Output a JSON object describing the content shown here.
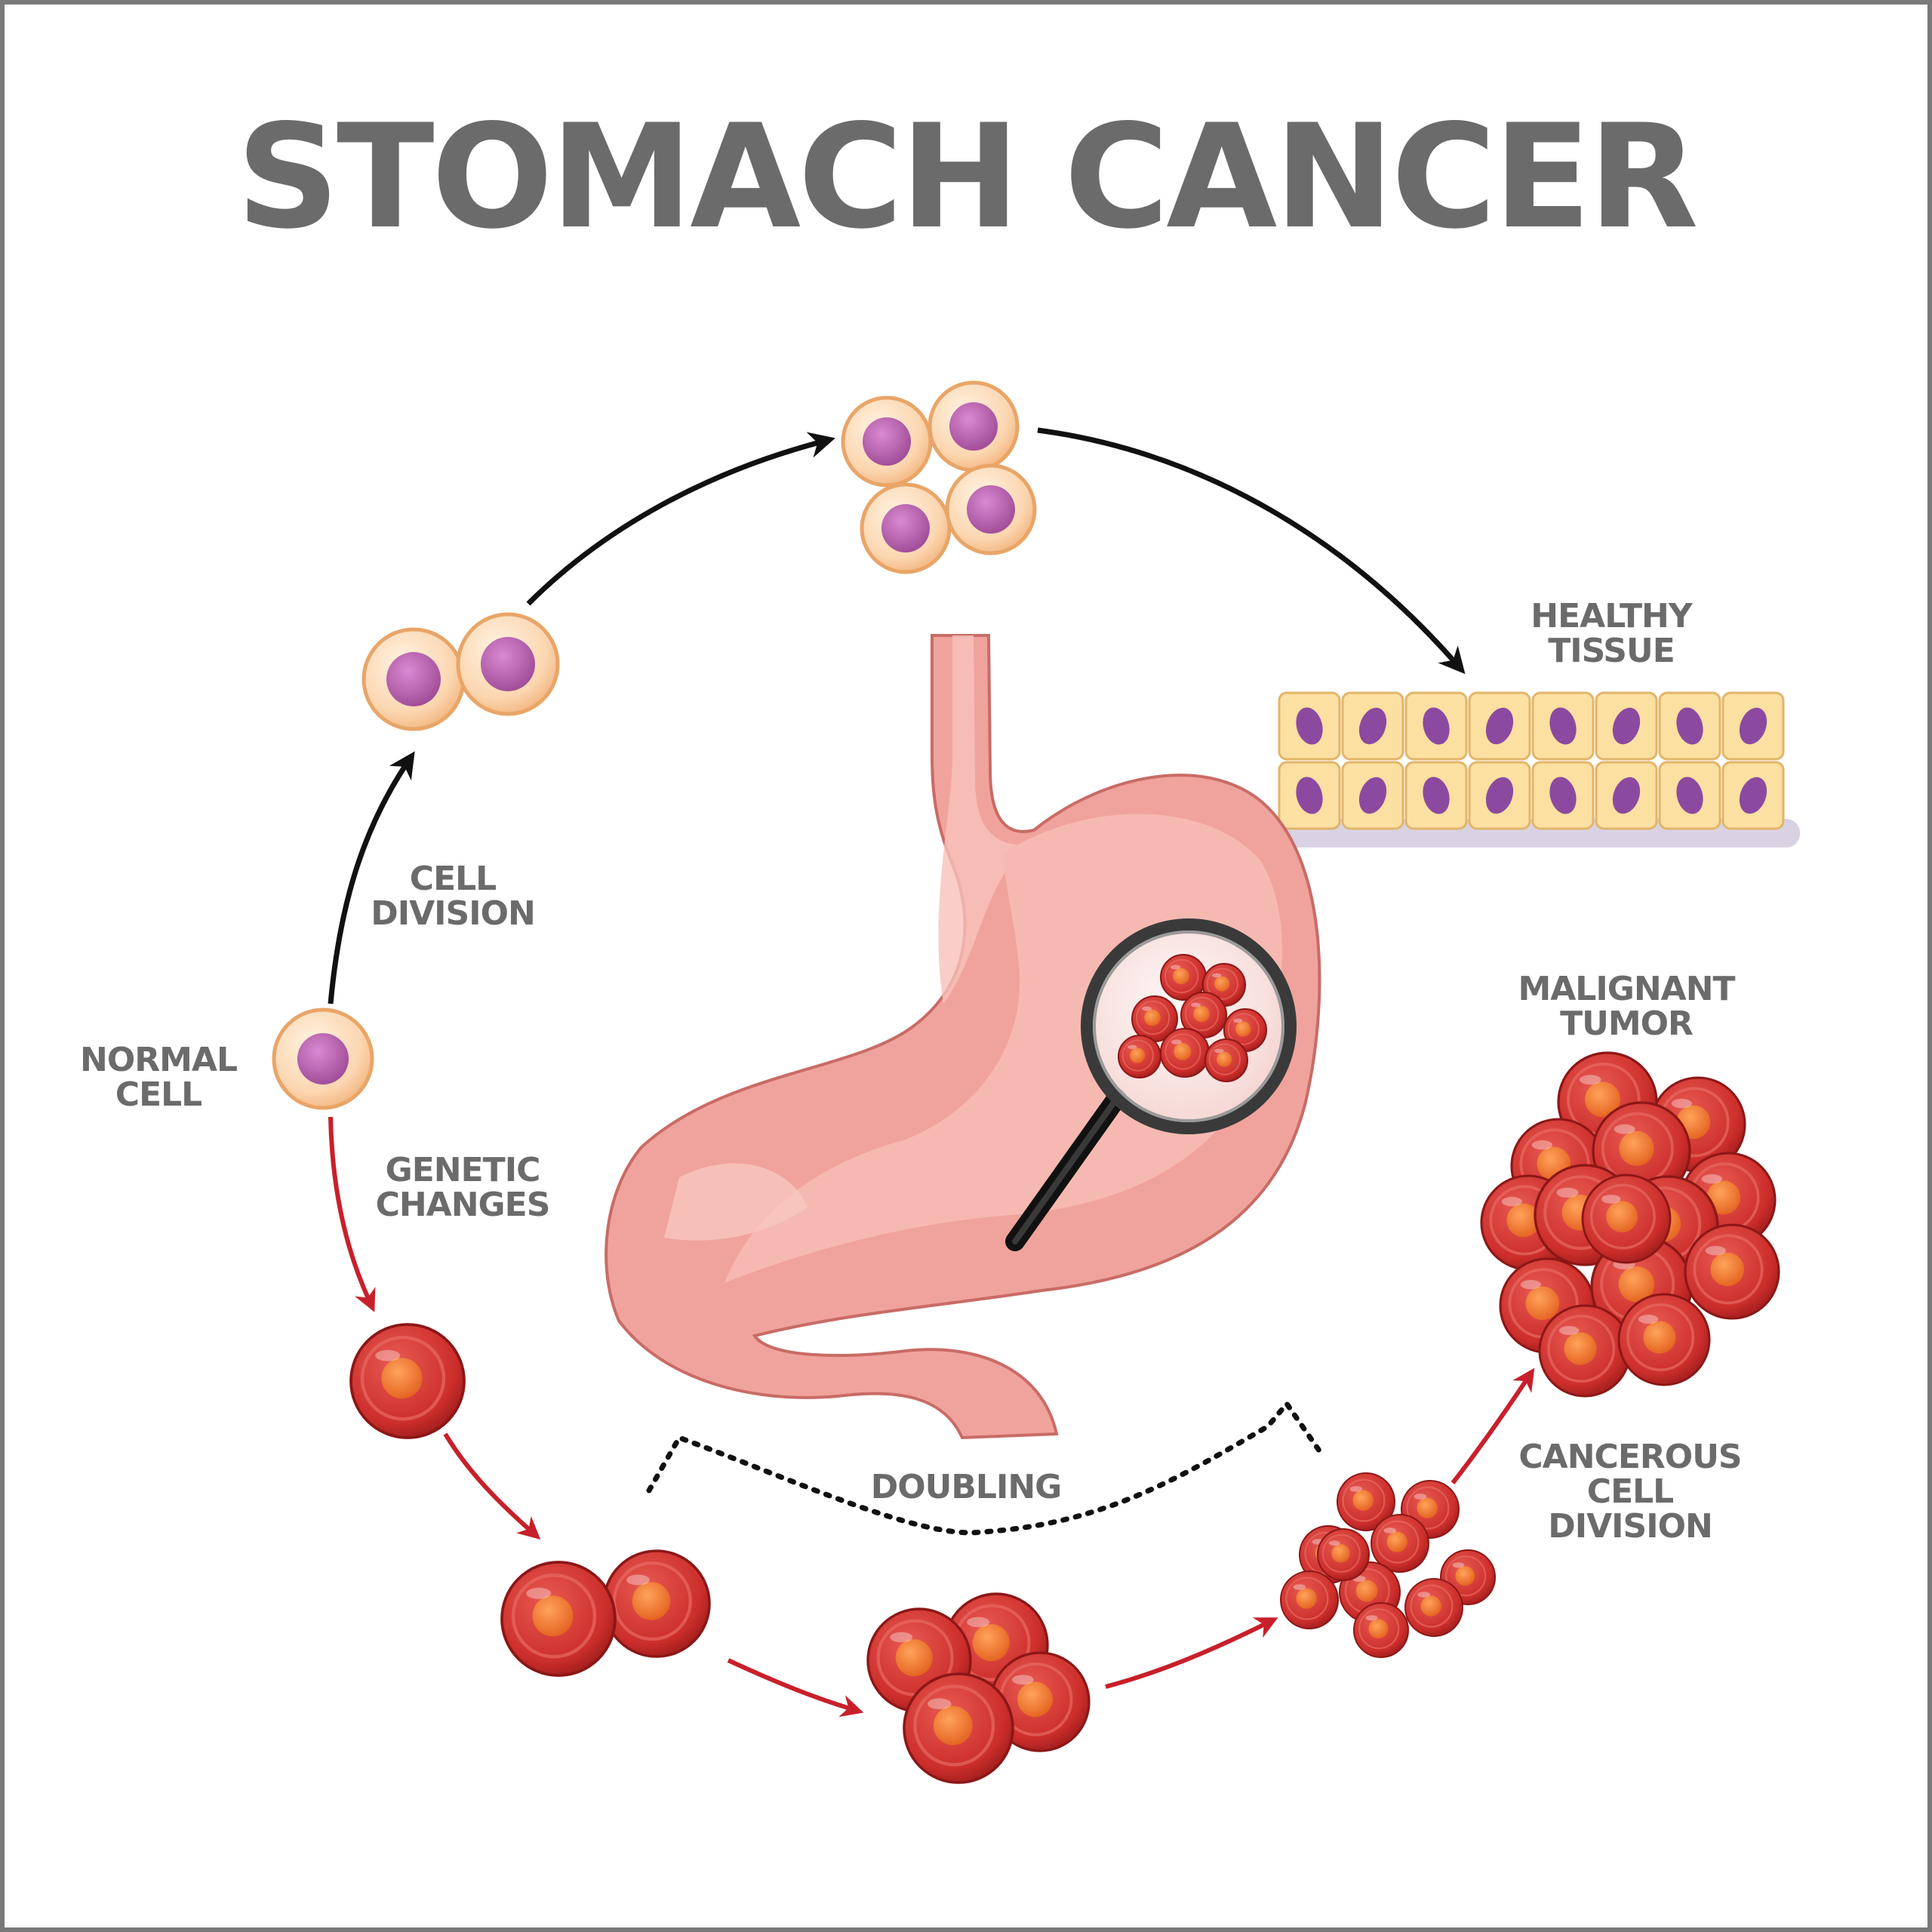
{
  "title": "STOMACH CANCER",
  "labels": {
    "normal_cell": [
      "NORMAL",
      "CELL"
    ],
    "cell_division": [
      "CELL",
      "DIVISION"
    ],
    "healthy_tissue": [
      "HEALTHY",
      "TISSUE"
    ],
    "genetic_changes": [
      "GENETIC",
      "CHANGES"
    ],
    "doubling": "DOUBLING",
    "malignant_tumor": [
      "MALIGNANT",
      "TUMOR"
    ],
    "cancerous_cell_division": [
      "CANCEROUS",
      "CELL",
      "DIVISION"
    ]
  },
  "colors": {
    "title": "#6b6b6b",
    "label": "#6b6b6b",
    "normal_arrow": "#111111",
    "cancer_arrow": "#c8202a",
    "healthy_cell_ring": "#f6c493",
    "healthy_cell_nucleus": "#b25aa8",
    "cancer_cell": "#d23a35",
    "cancer_nucleus": "#f07a2a",
    "stomach": "#f0a39c",
    "tissue_cell": "#fbe0a2",
    "tissue_nucleus": "#8b4aa0"
  }
}
